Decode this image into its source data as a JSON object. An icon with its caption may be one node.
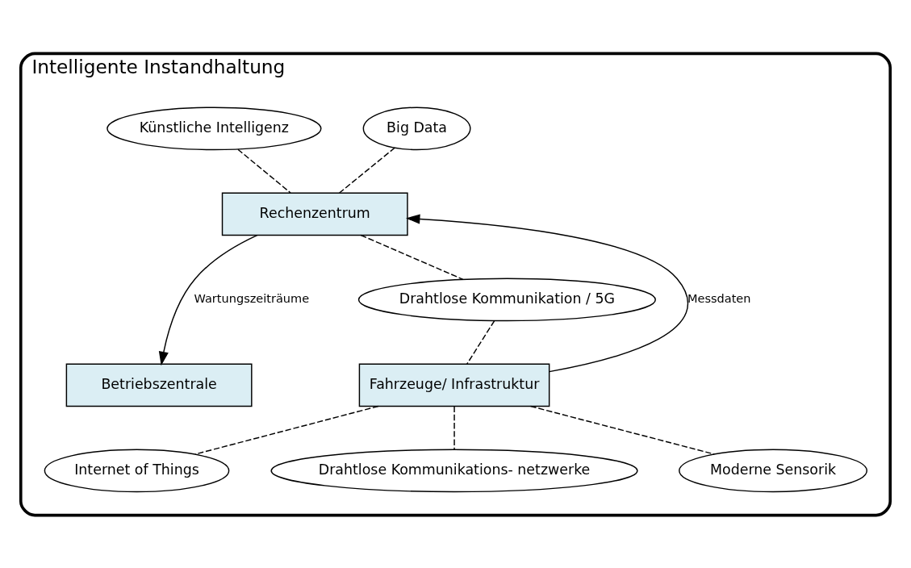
{
  "diagram": {
    "nodes": [
      {
        "text": [
          "Intelligente Instandhaltung"
        ]
      },
      {
        "text": [
          "Big Data"
        ],
        "in": 0
      },
      {
        "text": [
          "Künstliche Intelligenz"
        ],
        "in": 0
      },
      {
        "text": [
          "Rechenzentrum"
        ],
        "in": 0
      },
      {
        "text": [
          "Drahtlose Kommunikation / 5G"
        ],
        "in": 0
      },
      {
        "text": [
          "Betriebszentrale"
        ],
        "in": 0
      },
      {
        "text": [
          "Fahrzeuge/ Infrastruktur"
        ],
        "in": 0
      },
      {
        "text": [
          "Internet of Things"
        ],
        "in": 0
      },
      {
        "text": [
          "Drahtlose Kommunikations- netzwerke"
        ],
        "in": 0
      },
      {
        "text": [
          "Moderne Sensorik"
        ],
        "in": 0
      }
    ],
    "edges": [
      {
        "from": 1,
        "to": 3,
        "arrow": "none",
        "style": "dashed"
      },
      {
        "from": 2,
        "to": 3,
        "arrow": "none",
        "style": "dashed"
      },
      {
        "from": 3,
        "to": 4,
        "arrow": "none",
        "style": "dashed"
      },
      {
        "from": 3,
        "to": 5,
        "arrow": "to",
        "label": "Wartungszeiträume"
      },
      {
        "from": 6,
        "to": 3,
        "arrow": "to",
        "label": "Messdaten"
      },
      {
        "from": 4,
        "to": 6,
        "arrow": "none",
        "style": "dashed"
      },
      {
        "from": 6,
        "to": 7,
        "arrow": "none",
        "style": "dashed"
      },
      {
        "from": 6,
        "to": 8,
        "arrow": "none",
        "style": "dashed"
      },
      {
        "from": 6,
        "to": 9,
        "arrow": "none",
        "style": "dashed"
      }
    ]
  }
}
